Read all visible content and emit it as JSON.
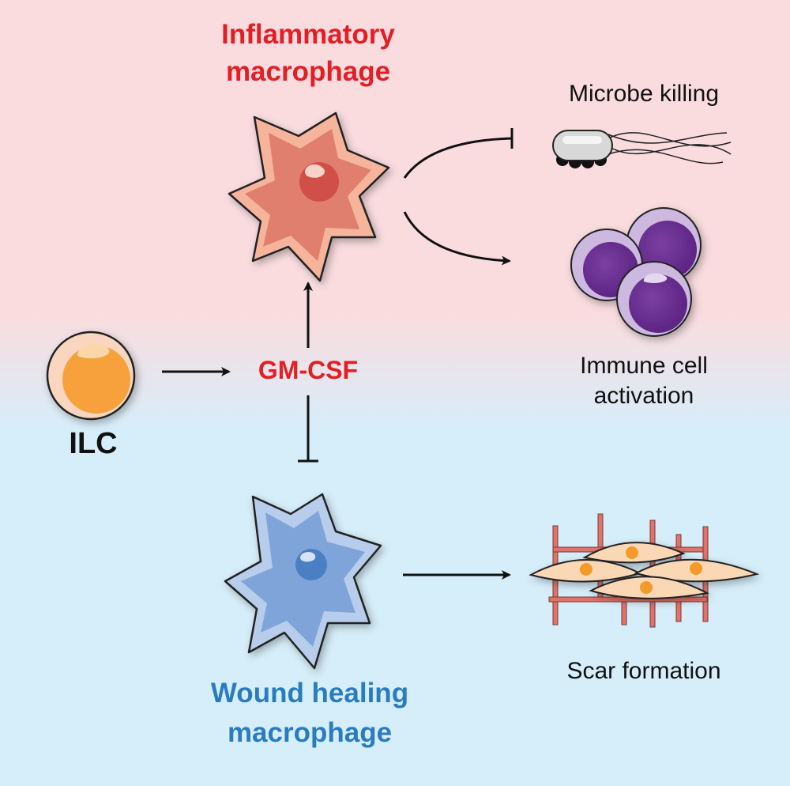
{
  "inflammatory": {
    "line1": "Inflammatory",
    "line2": "macrophage"
  },
  "wound": {
    "line1": "Wound healing",
    "line2": "macrophage"
  },
  "ilc": "ILC",
  "cytokine": "GM-CSF",
  "outcomes": {
    "microbe": "Microbe killing",
    "immune_line1": "Immune cell",
    "immune_line2": "activation",
    "scar": "Scar formation"
  },
  "colors": {
    "top_bg": "#fadcdf",
    "bottom_bg": "#d6eefa",
    "inflammatory_text": "#e31e24",
    "wound_text": "#2a7cc1"
  }
}
